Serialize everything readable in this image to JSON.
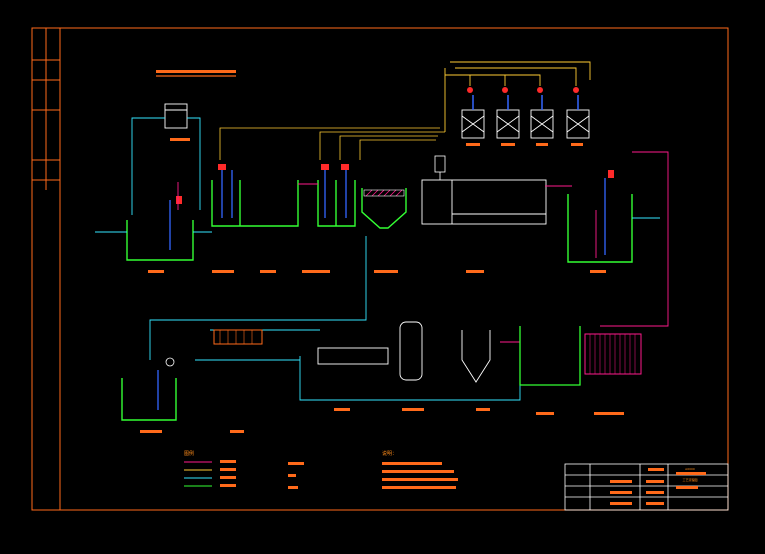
{
  "colors": {
    "background": "#000000",
    "frame": "#ff6a1a",
    "label": "#ff8c1a",
    "green_pipe": "#33ff33",
    "cyan_pipe": "#33e6ff",
    "yellow_pipe": "#ffcc33",
    "magenta_pipe": "#ff1a8c",
    "white": "#ffffff",
    "red": "#ff2a2a",
    "blue": "#3366ff"
  },
  "title_block": {
    "project_code": "A0000",
    "drawing_name": "工艺流程图"
  },
  "legend": {
    "title": "图例"
  },
  "notes": {
    "title": "说明："
  }
}
